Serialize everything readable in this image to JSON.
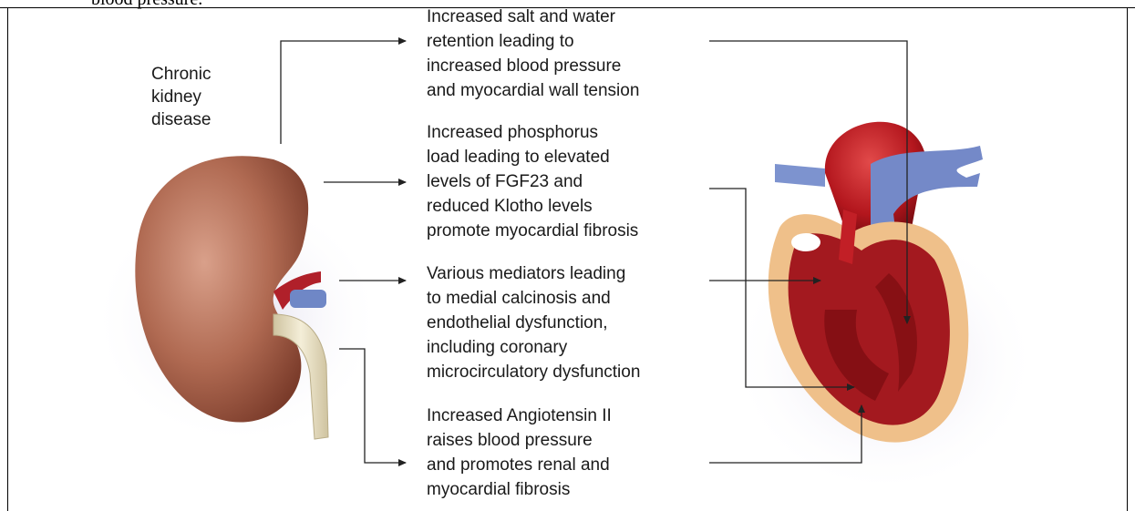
{
  "document": {
    "partial_text_top": "blood pressure."
  },
  "diagram": {
    "source_label": [
      "Chronic",
      "kidney",
      "disease"
    ],
    "mechanisms": [
      {
        "id": "salt-water",
        "lines": [
          "Increased salt and water",
          "retention leading to",
          "increased blood pressure",
          "and myocardial wall tension"
        ]
      },
      {
        "id": "phosphorus",
        "lines": [
          "Increased phosphorus",
          "load leading to elevated",
          "levels of FGF23 and",
          "reduced Klotho levels",
          "promote myocardial fibrosis"
        ]
      },
      {
        "id": "mediators",
        "lines": [
          "Various mediators leading",
          "to medial calcinosis and",
          "endothelial dysfunction,",
          "including coronary",
          "microcirculatory dysfunction"
        ]
      },
      {
        "id": "angiotensin",
        "lines": [
          "Increased Angiotensin II",
          "raises blood pressure",
          "and promotes renal and",
          "myocardial fibrosis"
        ]
      }
    ],
    "organs": {
      "source_icon": "kidney-illustration",
      "target_icon": "heart-cross-section-illustration"
    },
    "colors": {
      "kidney": "#b06a52",
      "artery": "#b0202a",
      "vein": "#6f87c6",
      "ureter": "#e6dcc0",
      "heart_muscle": "#a3191f",
      "heart_outer": "#efc08a",
      "arrow": "#222222"
    }
  }
}
